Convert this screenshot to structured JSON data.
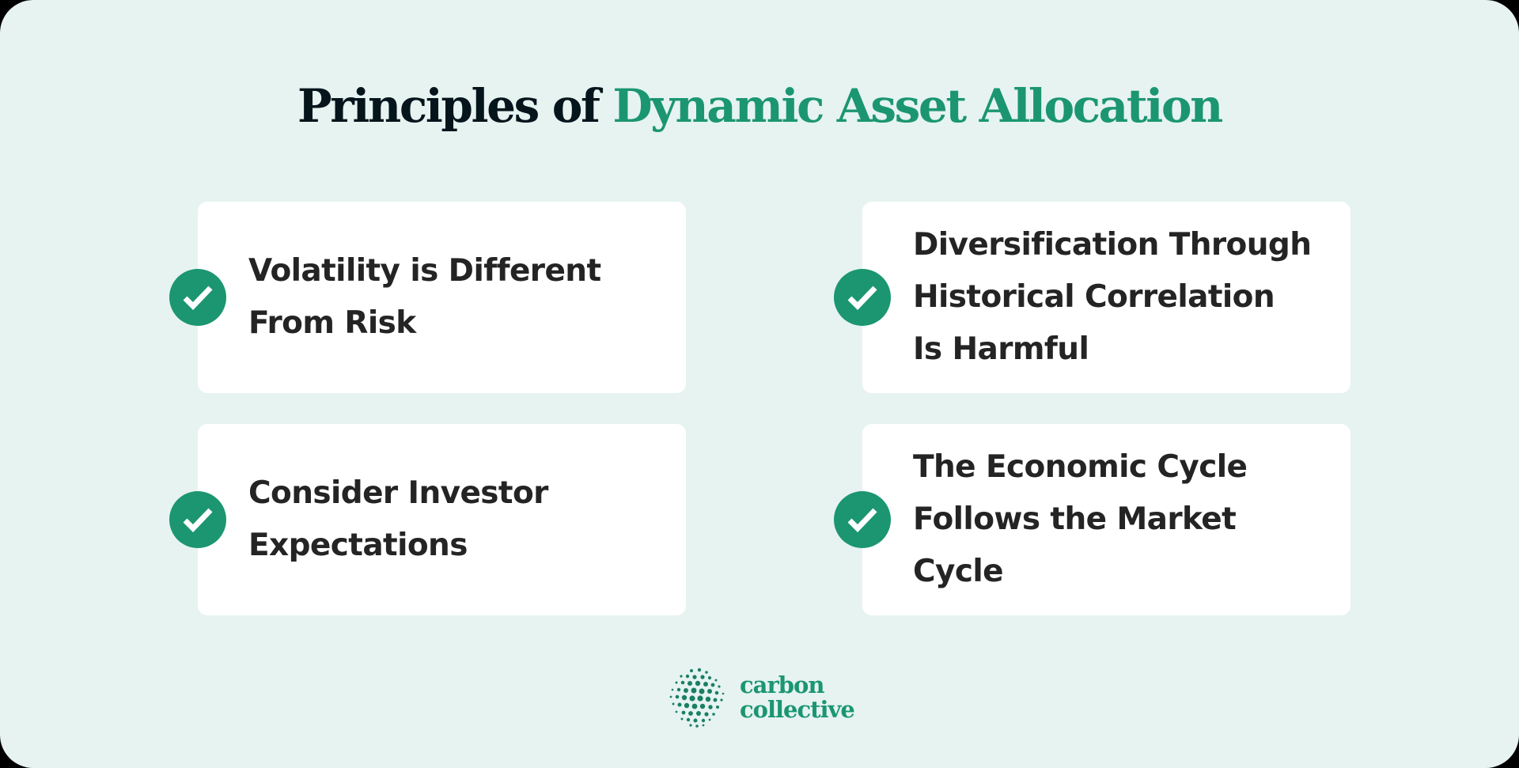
{
  "title": {
    "prefix": "Principles of",
    "highlight": "Dynamic Asset Allocation"
  },
  "principles": [
    {
      "lines": [
        "Volatility is Different",
        "From Risk"
      ],
      "icon": "check-circle-icon"
    },
    {
      "lines": [
        "Diversification Through",
        "Historical Correlation",
        "Is Harmful"
      ],
      "icon": "check-circle-icon"
    },
    {
      "lines": [
        "Consider Investor",
        "Expectations"
      ],
      "icon": "check-circle-icon"
    },
    {
      "lines": [
        "The Economic Cycle",
        "Follows the Market",
        "Cycle"
      ],
      "icon": "check-circle-icon"
    }
  ],
  "brand": {
    "line1": "carbon",
    "line2": "collective",
    "icon": "dotted-sphere-logo-icon"
  },
  "colors": {
    "background": "#e6f3f1",
    "accent": "#1b9670",
    "title_dark": "#06151c",
    "card": "#ffffff",
    "text": "#242424"
  }
}
